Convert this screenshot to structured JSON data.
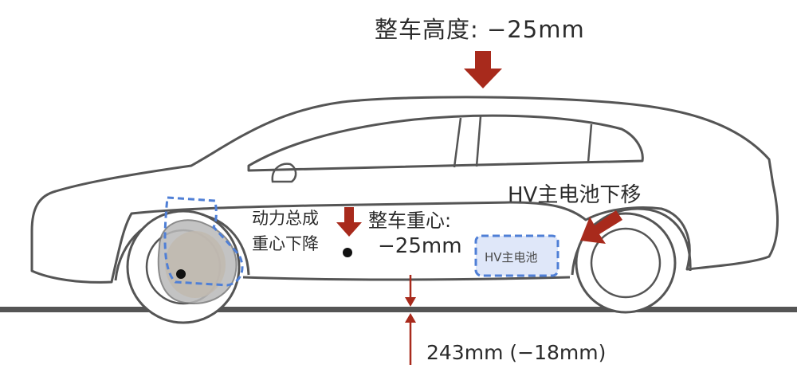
{
  "labels": {
    "body_height": "整车高度: −25mm",
    "hv_battery_move": "HV主电池下移",
    "powertrain_line1": "动力总成",
    "powertrain_line2": "重心下降",
    "vehicle_cg_line1": "整车重心:",
    "vehicle_cg_line2": "−25mm",
    "hv_battery_box": "HV主电池",
    "ground_clearance": "243mm (−18mm)"
  },
  "colors": {
    "arrow_red": "#a82a1c",
    "outline": "#555555",
    "dashed_blue": "#4f7fd6",
    "battery_fill": "#c9d7f5",
    "engine_gray": "#b9b9b9",
    "engine_orange": "#f3c27c",
    "ground": "#555555"
  }
}
